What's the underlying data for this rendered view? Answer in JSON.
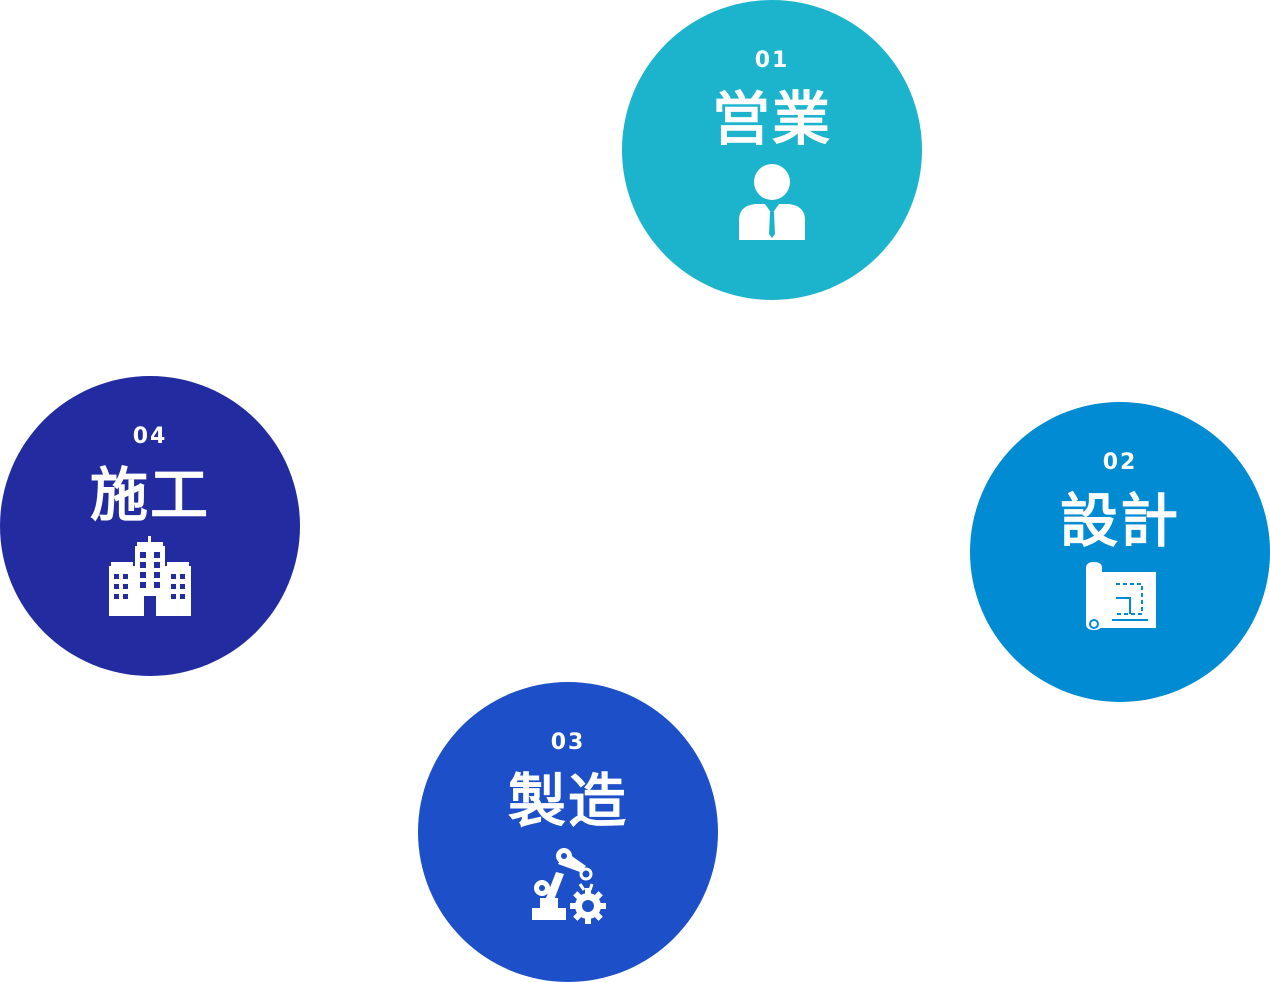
{
  "steps": [
    {
      "number": "01",
      "label": "営業",
      "icon": "businessman-icon",
      "color": "#1bb4cc"
    },
    {
      "number": "02",
      "label": "設計",
      "icon": "blueprint-icon",
      "color": "#018bd3"
    },
    {
      "number": "03",
      "label": "製造",
      "icon": "robot-arm-gear-icon",
      "color": "#1c4fc8"
    },
    {
      "number": "04",
      "label": "施工",
      "icon": "buildings-icon",
      "color": "#232ba0"
    }
  ]
}
